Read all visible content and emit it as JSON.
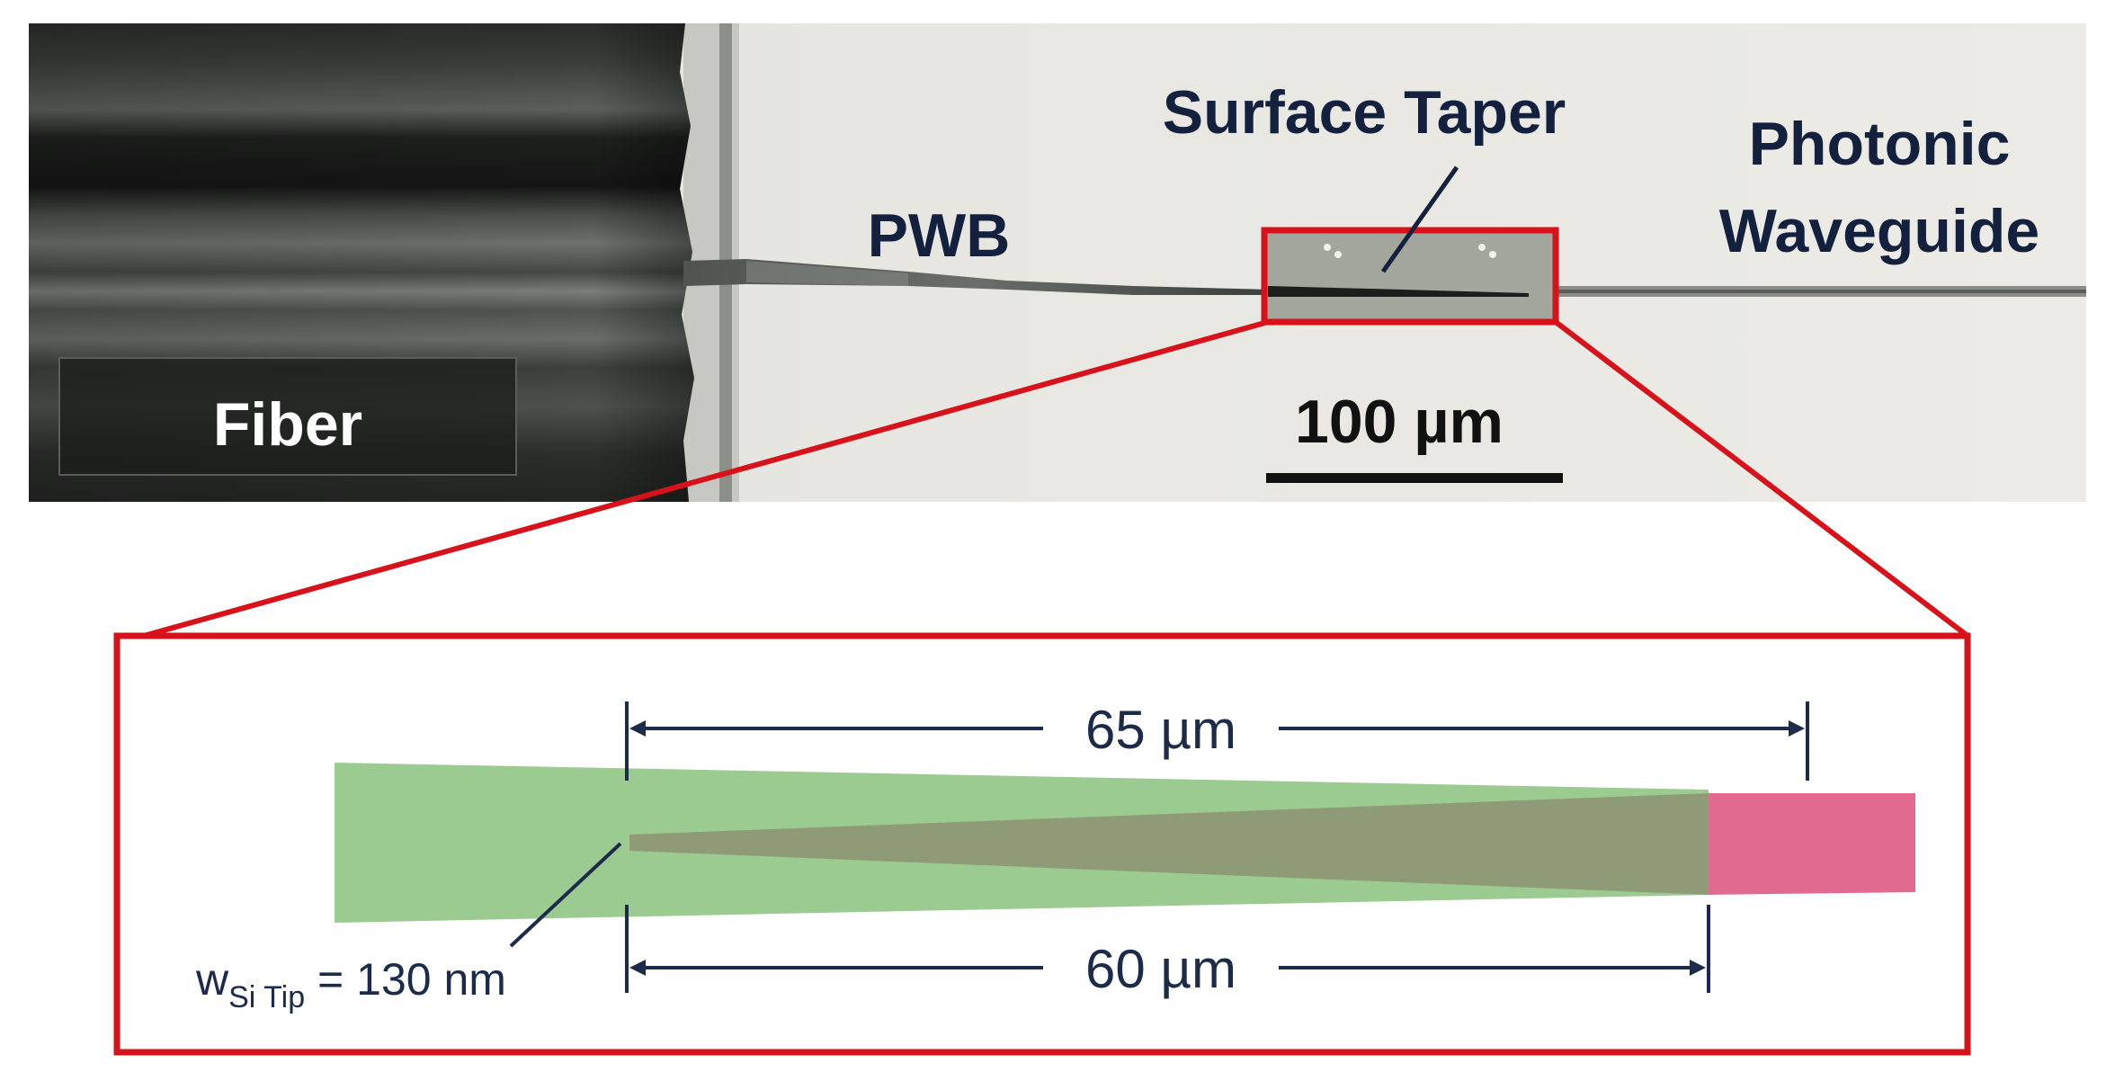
{
  "micrograph": {
    "fiber_label": "Fiber",
    "pwb_label": "PWB",
    "surface_taper_label": "Surface Taper",
    "photonic_waveguide_line1": "Photonic",
    "photonic_waveguide_line2": "Waveguide",
    "scale_bar_label": "100 µm"
  },
  "schematic": {
    "dim_top_label": "65 µm",
    "dim_bottom_label": "60 µm",
    "tip_width_w": "w",
    "tip_width_subscript": "Si Tip",
    "tip_width_value": " = 130 nm"
  },
  "colors": {
    "highlight_red": "#d7121a",
    "polymer_green": "#9ccb92",
    "silicon_overlap": "#8f9a77",
    "silicon_pink": "#e06a90",
    "label_navy": "#13213f",
    "dimension_navy": "#1d2b4a"
  }
}
